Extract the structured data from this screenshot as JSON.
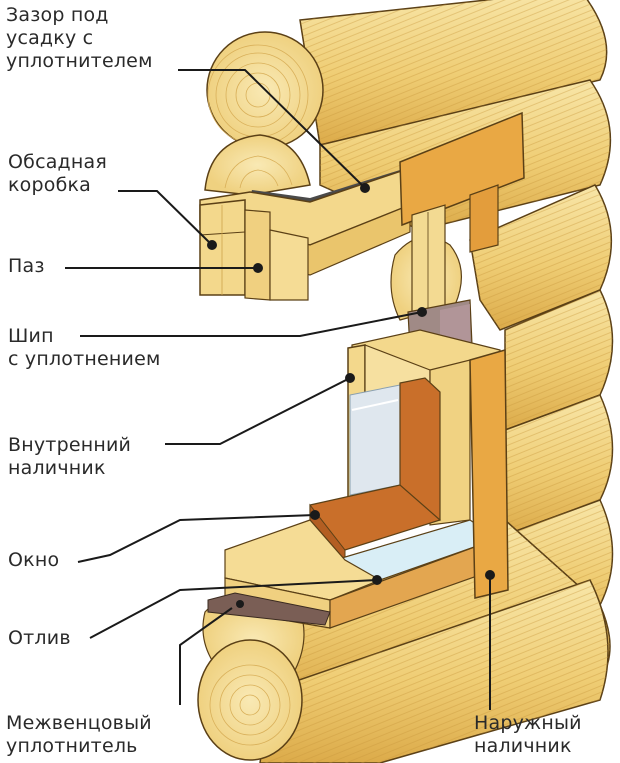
{
  "diagram": {
    "title": "",
    "colors": {
      "log_light": "#f6df9c",
      "log_mid": "#efcc72",
      "log_dark": "#d9a845",
      "board": "#e9a844",
      "board_dark": "#c9842a",
      "frame": "#c96f2a",
      "glass": "#dfe7ee",
      "sill": "#d9eef6",
      "seal": "#8a6b64",
      "outline": "#5b4016",
      "leader": "#1a1a1a"
    },
    "labels": [
      {
        "id": "shrink-gap",
        "lines": [
          "Зазор под",
          "усадку с",
          "уплотнителем"
        ]
      },
      {
        "id": "casing-box",
        "lines": [
          "Обсадная",
          "коробка"
        ]
      },
      {
        "id": "groove",
        "lines": [
          "Паз"
        ]
      },
      {
        "id": "tenon",
        "lines": [
          "Шип",
          "с уплотнением"
        ]
      },
      {
        "id": "inner-trim",
        "lines": [
          "Внутренний",
          "наличник"
        ]
      },
      {
        "id": "window",
        "lines": [
          "Окно"
        ]
      },
      {
        "id": "drip",
        "lines": [
          "Отлив"
        ]
      },
      {
        "id": "inter-crown-seal",
        "lines": [
          "Межвенцовый",
          "уплотнитель"
        ]
      },
      {
        "id": "outer-trim",
        "lines": [
          "Наружный",
          "наличник"
        ]
      }
    ]
  }
}
